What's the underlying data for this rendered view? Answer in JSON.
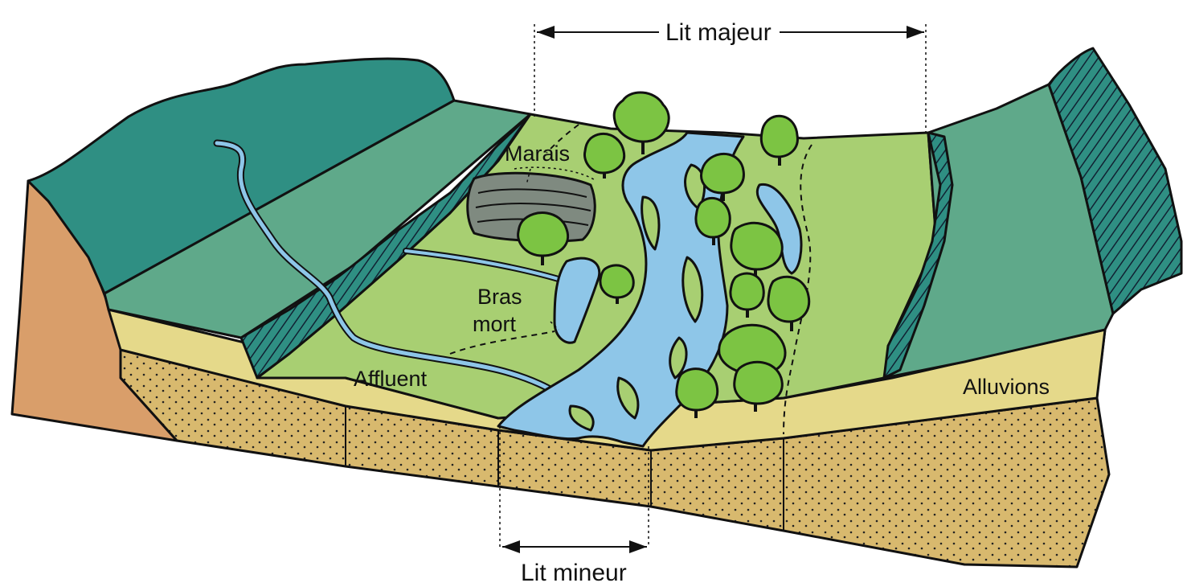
{
  "labels": {
    "lit_majeur": "Lit majeur",
    "lit_mineur": "Lit mineur",
    "marais": "Marais",
    "bras_line1": "Bras",
    "bras_line2": "mort",
    "affluent": "Affluent",
    "alluvions": "Alluvions"
  },
  "colors": {
    "dark_teal": "#2f8f83",
    "teal": "#5fa98a",
    "light_green": "#a8cf72",
    "alluvium_yellow": "#e5d98a",
    "sediment": "#d8b96e",
    "bedrock_orange": "#d99e6a",
    "water": "#8ec6e8",
    "tree": "#7cc443",
    "marsh": "#7f8a80"
  }
}
